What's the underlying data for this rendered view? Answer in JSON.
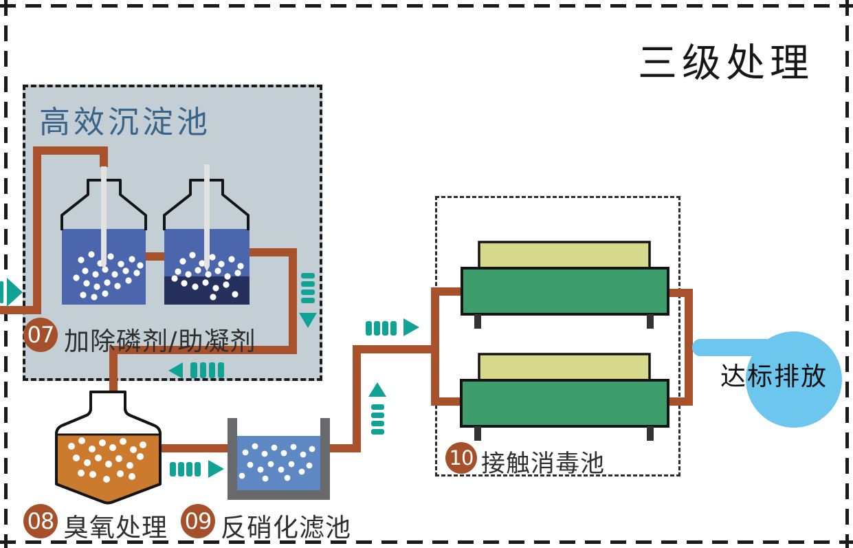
{
  "page_title": "三级处理",
  "sedimentation_box": {
    "title": "高效沉淀池"
  },
  "steps": [
    {
      "number": "07",
      "label": "加除磷剂/助凝剂"
    },
    {
      "number": "08",
      "label": "臭氧处理"
    },
    {
      "number": "09",
      "label": "反硝化滤池"
    },
    {
      "number": "10",
      "label": "接触消毒池"
    }
  ],
  "discharge_label": "达标排放",
  "icons": {
    "flow_arrows": "teal dashed flow arrows indicating water direction",
    "inlet_arrow": "right-arrow entering from left edge",
    "down_arrow": "downward flow inside sedimentation box",
    "backflow_arrow": "left-arrow recirculation at box bottom",
    "up_arrow": "upward flow from denitrification filter",
    "to_disinfection_arrow": "right-arrow into contact disinfection tank"
  },
  "colors": {
    "outline_ink": "#1A1A1A",
    "label_ink": "#2E2E2E",
    "pipe_brown": "#A8512A",
    "badge_brown": "#A6502B",
    "teal": "#10A294",
    "box_bg": "#C3CED5",
    "box_title_blue": "#3A6389",
    "tank_water_blue": "#4C66AE",
    "tank_sludge_navy": "#25305C",
    "ozone_orange": "#CC7A2E",
    "filter_wall_gray": "#67696D",
    "filter_water_blue": "#5E88C4",
    "disinfect_green": "#3D9D6C",
    "disinfect_lid_yellow": "#D6D98C",
    "discharge_blue": "#6CC6EE"
  }
}
